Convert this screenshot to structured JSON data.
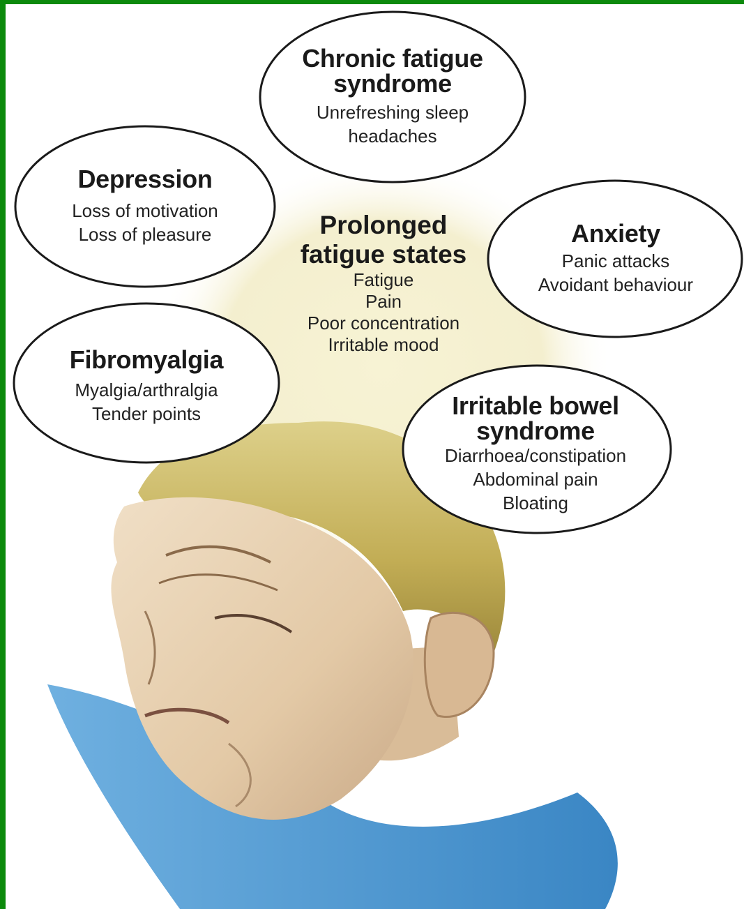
{
  "colors": {
    "border": "#0c8a0c",
    "hair": "#c9b85a",
    "skin": "#e8d3b6",
    "shirt": "#4f97cf",
    "glow": "#f3eec9"
  },
  "center": {
    "title_line1": "Prolonged",
    "title_line2": "fatigue states",
    "items": [
      "Fatigue",
      "Pain",
      "Poor concentration",
      "Irritable mood"
    ]
  },
  "bubbles": {
    "cfs": {
      "title_line1": "Chronic fatigue",
      "title_line2": "syndrome",
      "items": [
        "Unrefreshing sleep",
        "headaches"
      ]
    },
    "depression": {
      "title": "Depression",
      "items": [
        "Loss of motivation",
        "Loss of pleasure"
      ]
    },
    "anxiety": {
      "title": "Anxiety",
      "items": [
        "Panic attacks",
        "Avoidant behaviour"
      ]
    },
    "fibromyalgia": {
      "title": "Fibromyalgia",
      "items": [
        "Myalgia/arthralgia",
        "Tender points"
      ]
    },
    "ibs": {
      "title_line1": "Irritable bowel",
      "title_line2": "syndrome",
      "items": [
        "Diarrhoea/constipation",
        "Abdominal pain",
        "Bloating"
      ]
    }
  }
}
